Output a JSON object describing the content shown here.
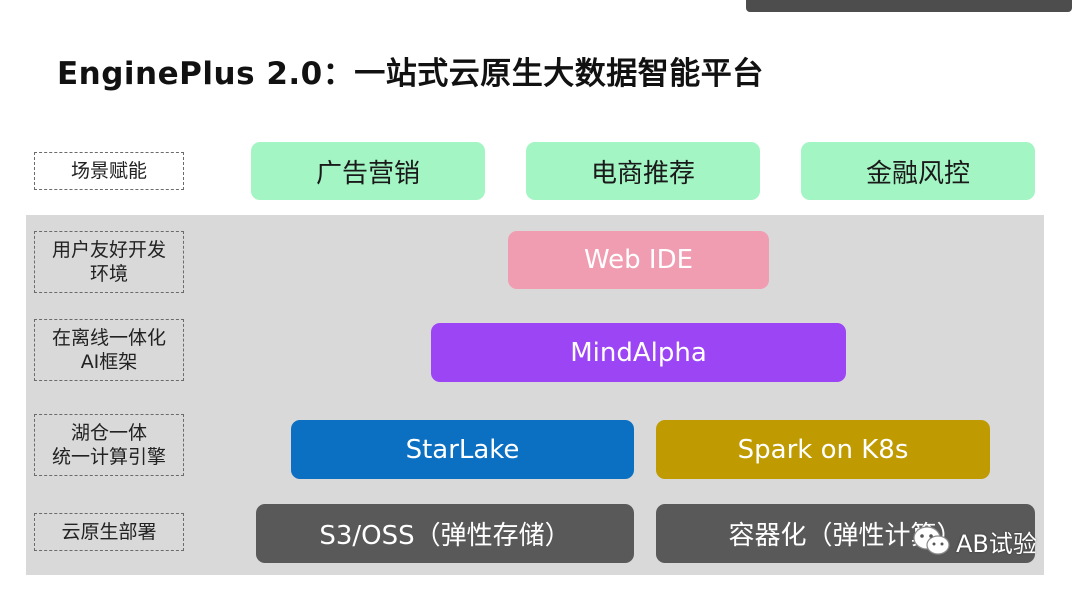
{
  "title": "EnginePlus 2.0：一站式云原生大数据智能平台",
  "layers": [
    {
      "id": "scenario",
      "label": "场景赋能"
    },
    {
      "id": "dev",
      "label": "用户友好开发\n环境"
    },
    {
      "id": "ai",
      "label": "在离线一体化\nAI框架"
    },
    {
      "id": "lakehouse",
      "label": "湖仓一体\n统一计算引擎"
    },
    {
      "id": "deploy",
      "label": "云原生部署"
    }
  ],
  "scenarios": [
    "广告营销",
    "电商推荐",
    "金融风控"
  ],
  "dev_env": "Web IDE",
  "ai_framework": "MindAlpha",
  "engines": [
    "StarLake",
    "Spark on K8s"
  ],
  "deploy": [
    "S3/OSS（弹性存储）",
    "容器化（弹性计算）"
  ],
  "watermark": "AB试验",
  "colors": {
    "scenario": "#a3f5c4",
    "web_ide": "#f09db2",
    "mindalpha": "#9c45f5",
    "starlake": "#0b6fc2",
    "spark": "#bf9a00",
    "deploy": "#595959",
    "panel": "#d9d9d9"
  }
}
